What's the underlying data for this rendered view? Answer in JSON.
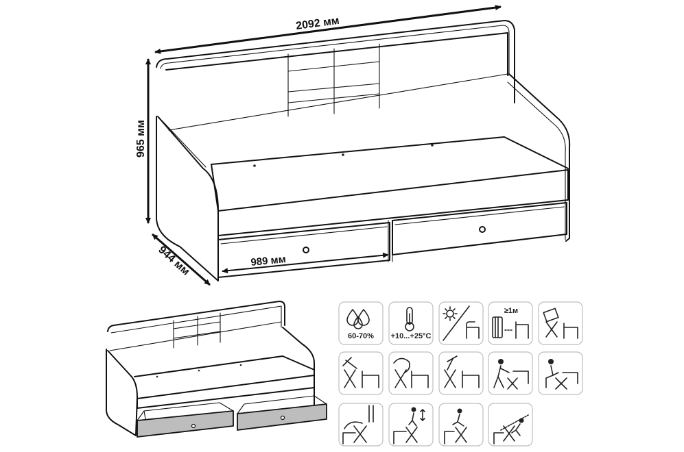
{
  "dimensions": {
    "width": "2092 мм",
    "height": "965 мм",
    "depth": "944 мм",
    "drawer_width": "989 мм"
  },
  "icons": [
    {
      "name": "humidity-icon",
      "label": "60-70%"
    },
    {
      "name": "thermometer-icon",
      "label": "+10...+25°C"
    },
    {
      "name": "no-direct-sunlight-icon",
      "label": ""
    },
    {
      "name": "distance-from-heater-icon",
      "label": "≥1м"
    },
    {
      "name": "no-tilting-icon",
      "label": ""
    },
    {
      "name": "no-chopping-icon",
      "label": ""
    },
    {
      "name": "no-spilling-icon",
      "label": ""
    },
    {
      "name": "no-hammering-icon",
      "label": ""
    },
    {
      "name": "no-pushing-icon",
      "label": ""
    },
    {
      "name": "no-sitting-on-edge-icon",
      "label": ""
    },
    {
      "name": "no-heavy-load-icon",
      "label": ""
    },
    {
      "name": "no-jumping-icon",
      "label": ""
    },
    {
      "name": "no-climbing-icon",
      "label": ""
    },
    {
      "name": "no-running-icon",
      "label": ""
    }
  ]
}
